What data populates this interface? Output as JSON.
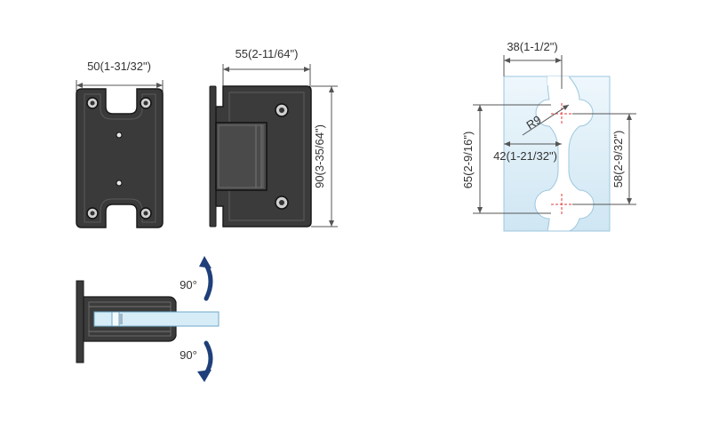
{
  "dimensions": {
    "front_width": "50(1-31/32\")",
    "side_width": "55(2-11/64\")",
    "side_height": "90(3-35/64\")",
    "cutout_top_width": "38(1-1/2\")",
    "cutout_radius": "R9",
    "cutout_mid_width": "42(1-21/32\")",
    "cutout_left_height": "65(2-9/16\")",
    "cutout_right_height": "58(2-9/32\")"
  },
  "rotation": {
    "up_angle": "90°",
    "down_angle": "90°"
  },
  "colors": {
    "hinge_body": "#3c3c3c",
    "hinge_edge": "#1c1c1c",
    "glass": "#d6ecf7",
    "glass_edge": "#9cc7df",
    "arrow": "#1f3f7a",
    "dim_line": "#555555",
    "center_mark": "#e23b3b"
  }
}
